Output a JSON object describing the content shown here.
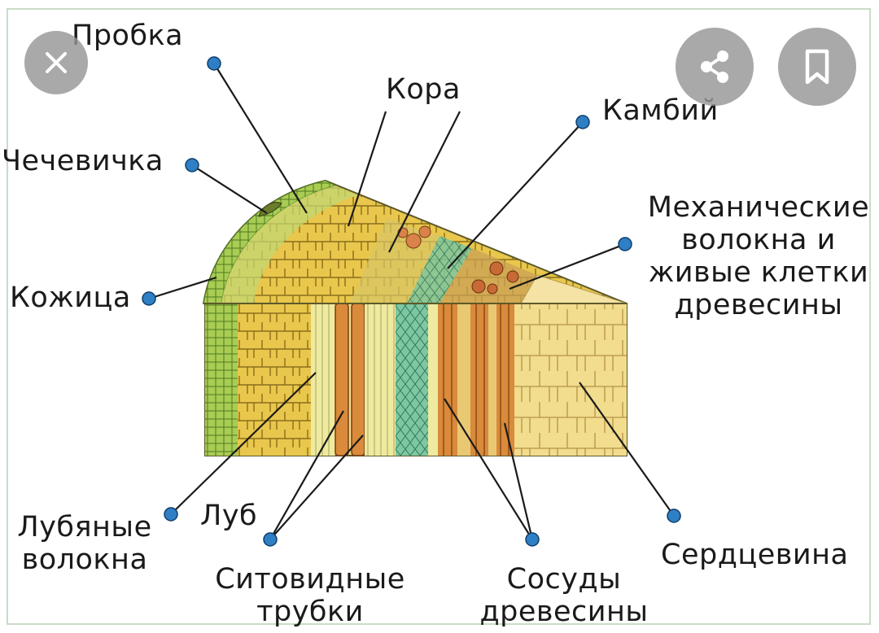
{
  "labels": {
    "probka": "Пробка",
    "kora": "Кора",
    "kambiy": "Камбий",
    "chechevichka": "Чечевичка",
    "mekh_line1": "Механические",
    "mekh_line2": "волокна и",
    "mekh_line3": "живые клетки",
    "mekh_line4": "древесины",
    "kozhitsa": "Кожица",
    "lubyanye_line1": "Лубяные",
    "lubyanye_line2": "волокна",
    "lub": "Луб",
    "sitovidnye_line1": "Ситовидные",
    "sitovidnye_line2": "трубки",
    "sosudy_line1": "Сосуды",
    "sosudy_line2": "древесины",
    "serdtsevina": "Сердцевина"
  },
  "buttons": {
    "close_icon": "close-icon",
    "share_icon": "share-icon",
    "bookmark_icon": "bookmark-icon"
  },
  "colors": {
    "frame": "#c9dcc7",
    "leader_line": "#1a1a1a",
    "pin": "#2f7fc4",
    "button_bg": "#969696"
  }
}
